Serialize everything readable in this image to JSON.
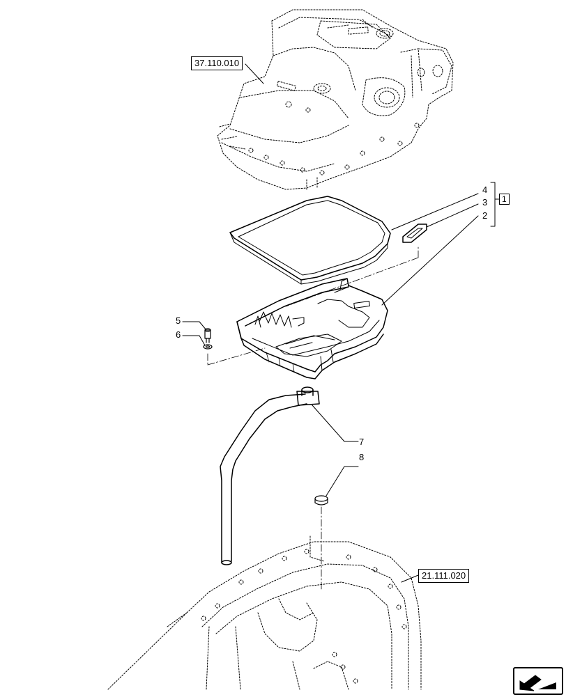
{
  "references": {
    "top_assembly": "37.110.010",
    "bottom_assembly": "21.111.020"
  },
  "callouts": {
    "item_2": "2",
    "item_3": "3",
    "item_4": "4",
    "item_5": "5",
    "item_6": "6",
    "item_7": "7",
    "item_8": "8",
    "kit_group": "1"
  },
  "icons": {
    "navigation": "next-page-arrow-icon"
  }
}
